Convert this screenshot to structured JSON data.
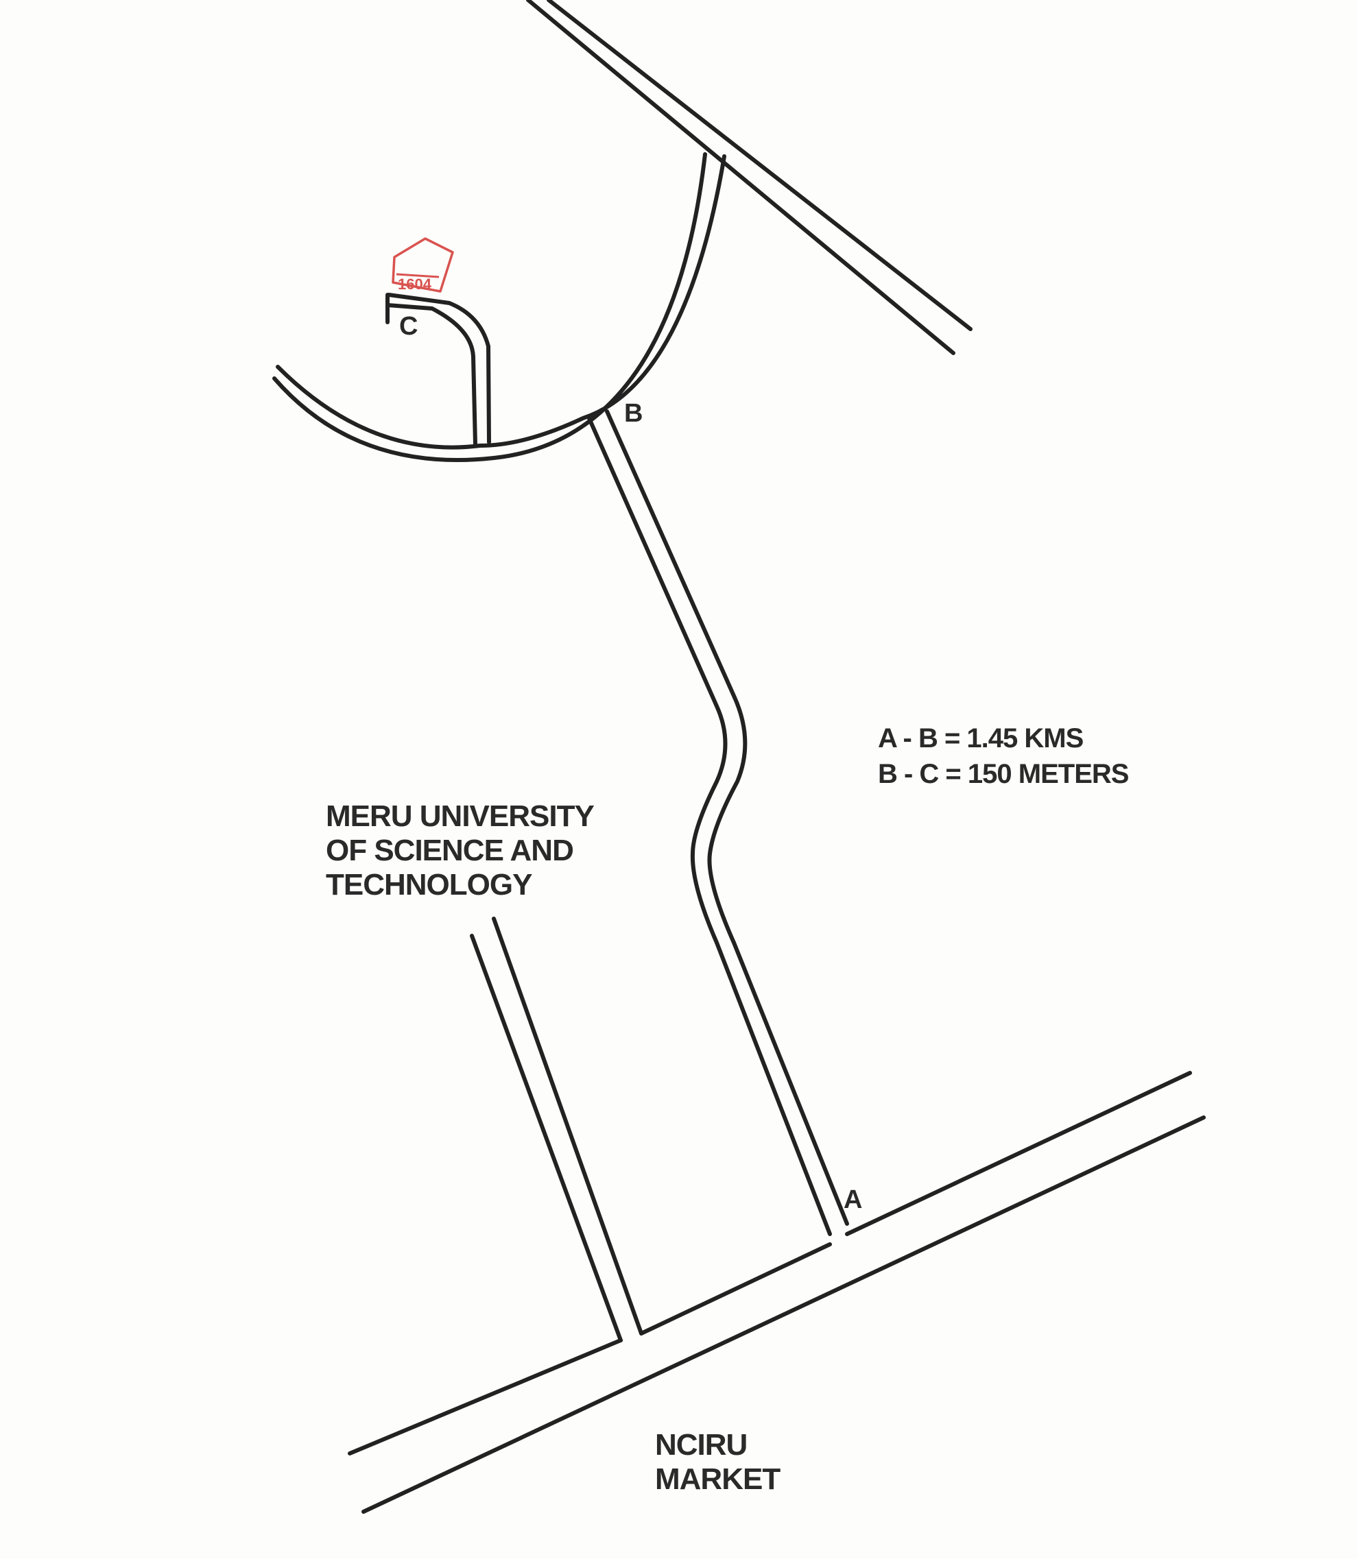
{
  "map": {
    "plot_number": "1604",
    "points": {
      "a": "A",
      "b": "B",
      "c": "C"
    },
    "distances": {
      "a_b": "A - B = 1.45 KMS",
      "b_c": "B - C = 150 METERS"
    },
    "places": {
      "university": [
        "MERU UNIVERSITY",
        "OF SCIENCE AND",
        "TECHNOLOGY"
      ],
      "market": [
        "NCIRU",
        "MARKET"
      ]
    },
    "colors": {
      "road": "#222222",
      "plot": "#d9534f"
    }
  }
}
